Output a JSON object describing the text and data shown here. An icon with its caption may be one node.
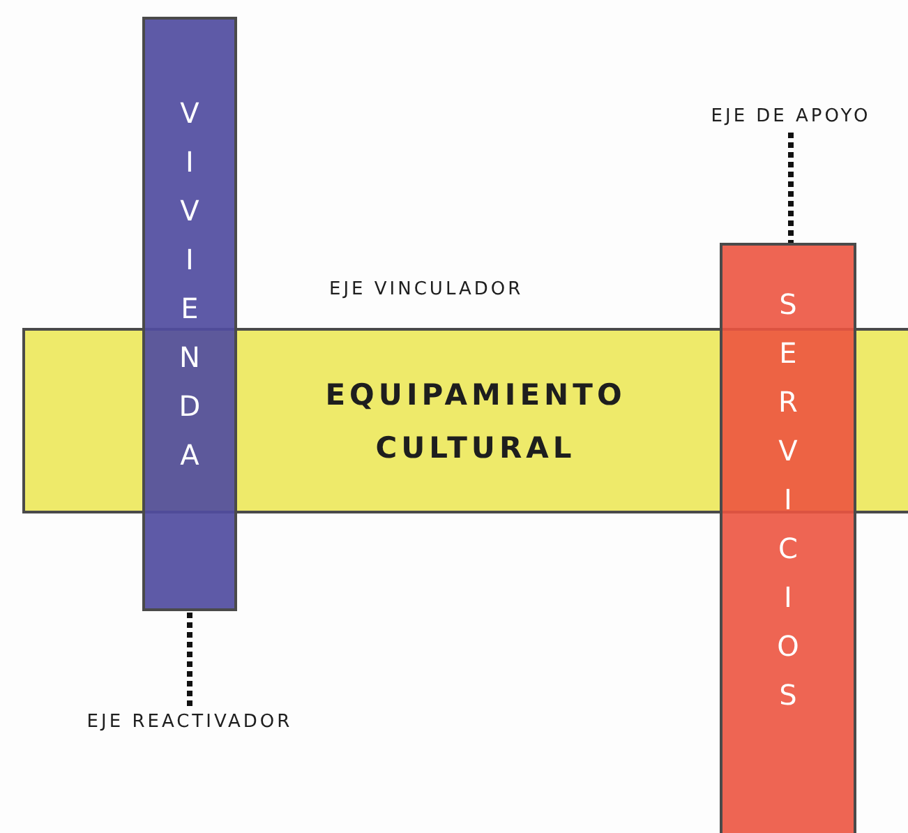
{
  "diagram": {
    "nodes": [
      {
        "text": [
          "EQUIPAMIENTO CULTURAL"
        ]
      },
      {
        "text": [
          "VIVIENDA"
        ]
      },
      {
        "text": [
          "SERVICIOS"
        ]
      },
      {
        "text": [
          "EJE DE APOYO"
        ]
      },
      {
        "text": [
          "EJE REACTIVADOR"
        ]
      }
    ],
    "edges": [
      {
        "from": 3,
        "to": 2,
        "arrow": "none",
        "style": "dashed"
      },
      {
        "from": 4,
        "to": 1,
        "arrow": "none",
        "style": "dashed"
      }
    ],
    "labels": [
      "EJE VINCULADOR"
    ]
  }
}
